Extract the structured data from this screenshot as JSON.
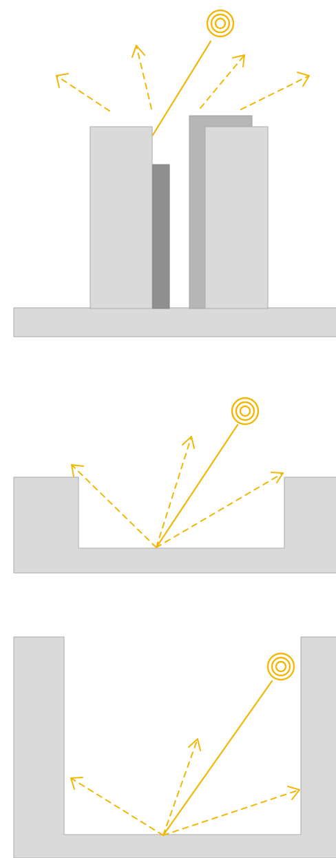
{
  "colors": {
    "ray": "#f2b705",
    "mass_light": "#dadada",
    "mass_mid": "#b6b6b6",
    "mass_dark": "#8f8f8f",
    "background": "#ffffff"
  },
  "icons": {
    "sun": "sun-icon",
    "direct_ray": "solid-ray",
    "reflected_ray": "dashed-arrow"
  },
  "panels": [
    {
      "id": "tower-panel",
      "reflected_ray_count": 4
    },
    {
      "id": "shallow-courtyard-panel",
      "reflected_ray_count": 3
    },
    {
      "id": "deep-courtyard-panel",
      "reflected_ray_count": 3
    }
  ]
}
